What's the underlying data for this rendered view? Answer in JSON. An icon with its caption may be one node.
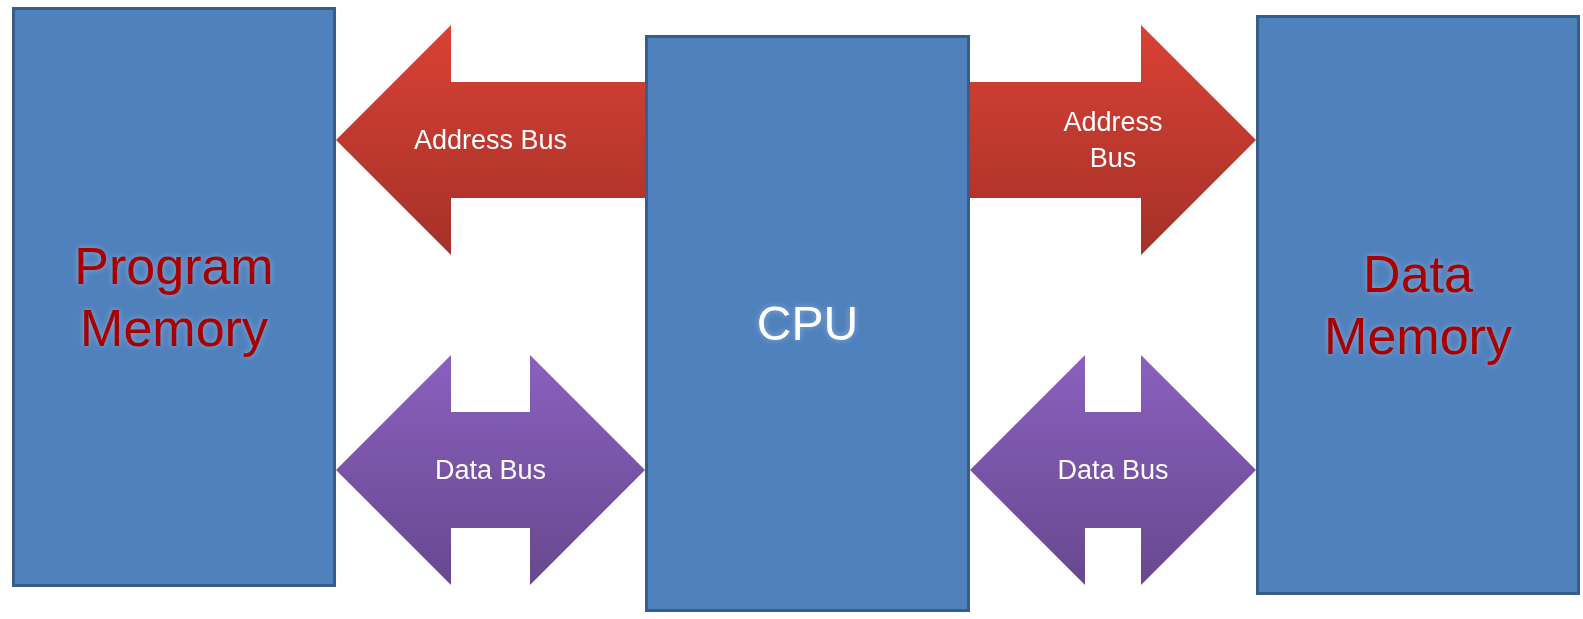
{
  "diagram": {
    "nodes": [
      {
        "text": [
          "Program Memory"
        ]
      },
      {
        "text": [
          "CPU"
        ]
      },
      {
        "text": [
          "Data Memory"
        ]
      }
    ],
    "edges": [
      {
        "from": 1,
        "to": 0,
        "arrow": "to",
        "label": "Address Bus",
        "style": "thick",
        "color": "#c0392f"
      },
      {
        "from": 1,
        "to": 2,
        "arrow": "to",
        "label": "Address Bus",
        "style": "thick",
        "color": "#c0392f"
      },
      {
        "from": 0,
        "to": 1,
        "arrow": "both",
        "label": "Data Bus",
        "style": "thick",
        "color": "#7a55a8"
      },
      {
        "from": 1,
        "to": 2,
        "arrow": "both",
        "label": "Data Bus",
        "style": "thick",
        "color": "#7a55a8"
      }
    ]
  }
}
